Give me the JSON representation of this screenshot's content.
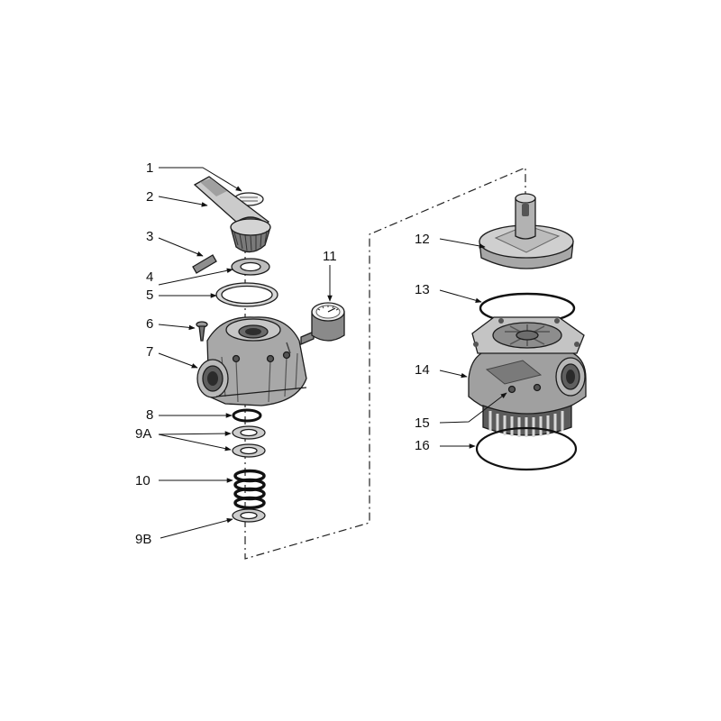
{
  "callouts": {
    "c1": "1",
    "c2": "2",
    "c3": "3",
    "c4": "4",
    "c5": "5",
    "c6": "6",
    "c7": "7",
    "c8": "8",
    "c9a": "9A",
    "c10": "10",
    "c9b": "9B",
    "c11": "11",
    "c12": "12",
    "c13": "13",
    "c14": "14",
    "c15": "15",
    "c16": "16"
  },
  "colors": {
    "part_light": "#cfcfcf",
    "part_mid": "#a9a9a9",
    "part_dark": "#6e6e6e",
    "outline": "#1c1c1c"
  }
}
